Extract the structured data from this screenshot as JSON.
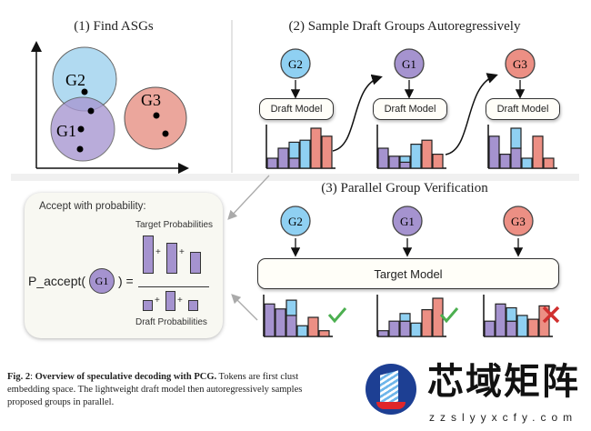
{
  "panel1": {
    "title": "(1) Find ASGs",
    "groups": [
      {
        "label": "G2",
        "color": "#a9d6f0"
      },
      {
        "label": "G1",
        "color": "#b3a3d6"
      },
      {
        "label": "G3",
        "color": "#eba69c"
      }
    ]
  },
  "panel2": {
    "title": "(2) Sample Draft Groups Autoregressively",
    "steps": [
      {
        "group": "G2",
        "model": "Draft Model"
      },
      {
        "group": "G1",
        "model": "Draft Model"
      },
      {
        "group": "G3",
        "model": "Draft Model"
      }
    ]
  },
  "panel3": {
    "title": "(3) Parallel Group Verification",
    "groups": [
      "G2",
      "G1",
      "G3"
    ],
    "model": "Target Model",
    "results": [
      "accept",
      "accept",
      "reject"
    ]
  },
  "formula": {
    "heading": "Accept with probability:",
    "lhs": "P_accept(",
    "group": "G1",
    "rhs": ") =",
    "numerator_label": "Target Probabilities",
    "denominator_label": "Draft Probabilities",
    "plus": "+"
  },
  "colors": {
    "purple": "#a593cf",
    "blue": "#8fd0f2",
    "red": "#ec8f84",
    "check": "#4caf50",
    "cross": "#d0302f"
  },
  "caption": {
    "label": "Fig. 2",
    "title": "Overview of speculative decoding with PCG.",
    "line1": " Tokens are first clust",
    "line2": "embedding space. The lightweight draft model then autoregressively samples",
    "line3": "proposed groups in parallel."
  },
  "watermark": {
    "text": "芯域矩阵",
    "url": "zzslyyxcfy.com"
  }
}
